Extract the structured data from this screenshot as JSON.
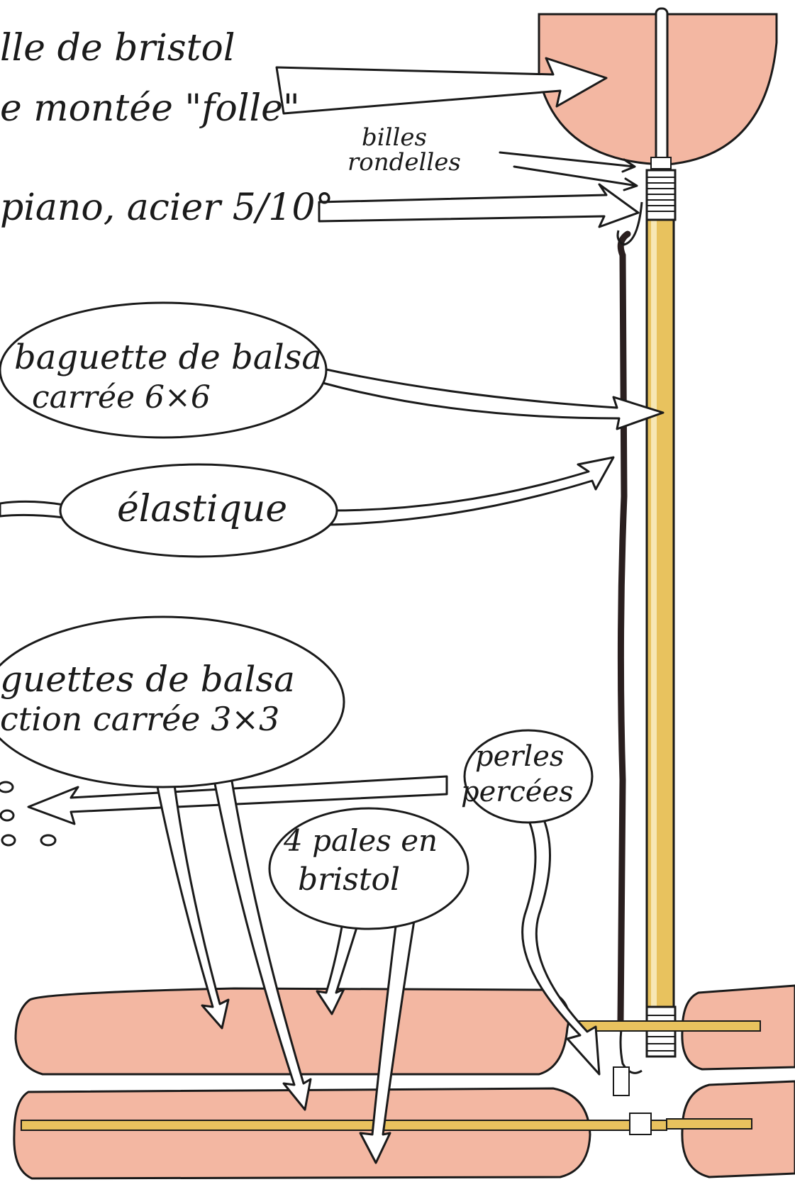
{
  "labels": {
    "bristol_line1": "lle de bristol",
    "bristol_line2": "e montée \"folle\"",
    "billes_line1": "billes",
    "billes_line2": "rondelles",
    "piano": "piano, acier 5/10°",
    "baguette_line1": "baguette de balsa",
    "baguette_line2": "carrée 6×6",
    "elastique": "élastique",
    "baguettes_line1": "guettes de balsa",
    "baguettes_line2": "ction carrée 3×3",
    "perles_line1": "perles",
    "perles_line2": "percées",
    "pales_line1": "4 pales en",
    "pales_line2": "bristol"
  },
  "colors": {
    "pink": "#f3b7a2",
    "balsa": "#e8c25e",
    "balsa_edge": "#9c7a1e",
    "ink": "#1a1a1a",
    "elastic": "#2a1f1f"
  }
}
